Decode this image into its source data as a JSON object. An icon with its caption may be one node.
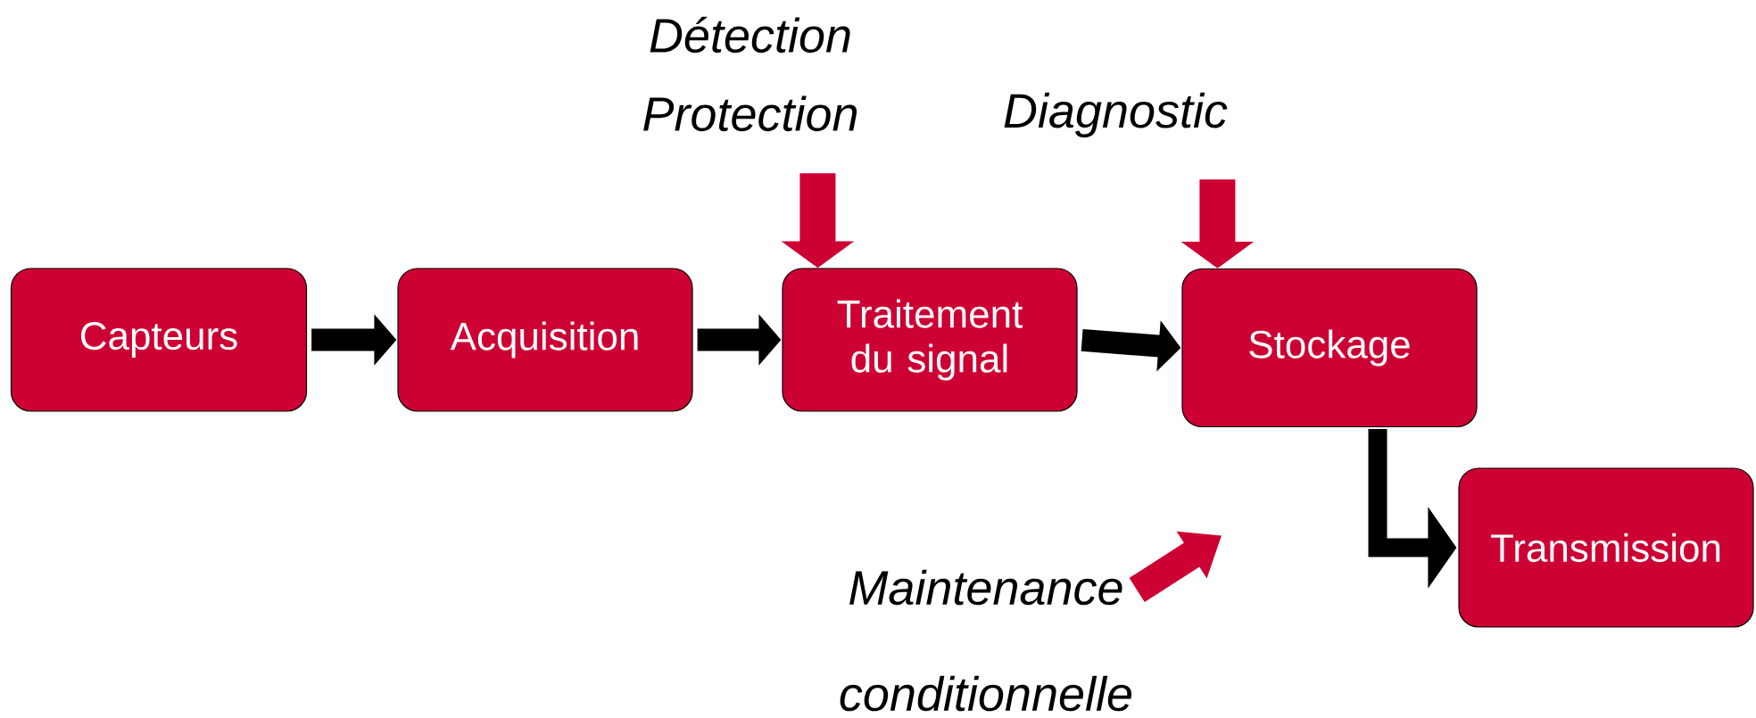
{
  "diagram": {
    "nodes": [
      {
        "text": [
          "Détection Protection"
        ]
      },
      {
        "text": [
          "Diagnostic"
        ]
      },
      {
        "text": [
          "Capteurs"
        ]
      },
      {
        "text": [
          "Acquisition"
        ]
      },
      {
        "text": [
          "Traitement du signal"
        ]
      },
      {
        "text": [
          "Stockage"
        ]
      },
      {
        "text": [
          "Transmission"
        ]
      },
      {
        "text": [
          "Maintenance conditionnelle"
        ]
      }
    ],
    "edges": [
      {
        "from": 0,
        "to": 4,
        "arrow": "to",
        "color": "#cc0033"
      },
      {
        "from": 1,
        "to": 5,
        "arrow": "to",
        "color": "#cc0033"
      },
      {
        "from": 2,
        "to": 3,
        "arrow": "to"
      },
      {
        "from": 3,
        "to": 4,
        "arrow": "to"
      },
      {
        "from": 4,
        "to": 5,
        "arrow": "to"
      },
      {
        "from": 5,
        "to": 6,
        "arrow": "to"
      },
      {
        "from": 7,
        "to": null,
        "arrow": "to",
        "color": "#cc0033"
      }
    ]
  }
}
